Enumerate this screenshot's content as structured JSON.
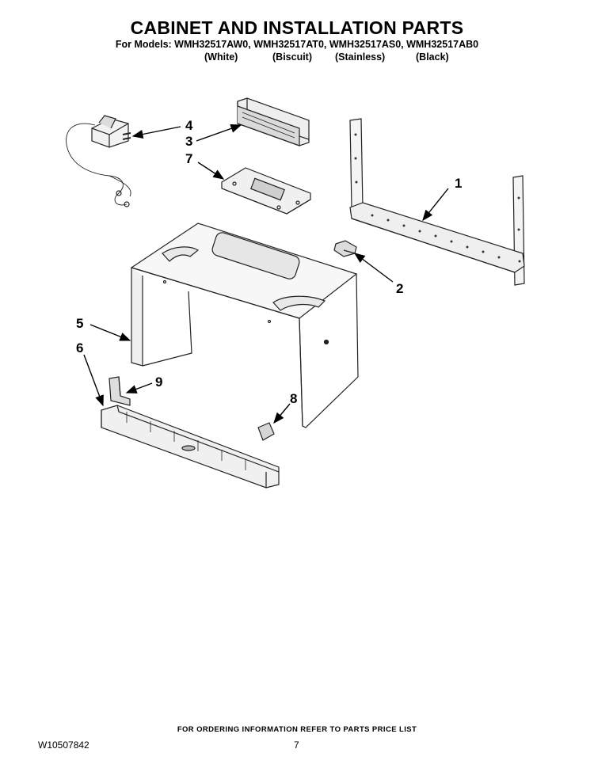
{
  "header": {
    "title": "CABINET AND INSTALLATION PARTS",
    "models": "For Models: WMH32517AW0, WMH32517AT0, WMH32517AS0, WMH32517AB0",
    "colors": [
      "(White)",
      "(Biscuit)",
      "(Stainless)",
      "(Black)"
    ]
  },
  "callouts": {
    "c1": "1",
    "c2": "2",
    "c3": "3",
    "c4": "4",
    "c5": "5",
    "c6": "6",
    "c7": "7",
    "c8": "8",
    "c9": "9"
  },
  "footer": {
    "ordering": "FOR ORDERING INFORMATION REFER TO PARTS PRICE LIST",
    "doc_number": "W10507842",
    "page": "7"
  }
}
